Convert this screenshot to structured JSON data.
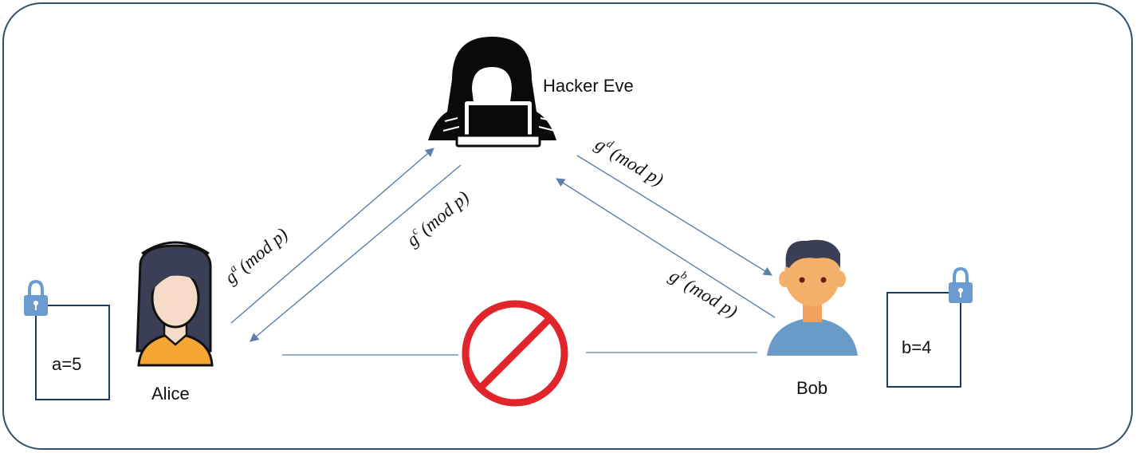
{
  "eve": {
    "label": "Hacker Eve"
  },
  "alice": {
    "label": "Alice",
    "secret": "a=5"
  },
  "bob": {
    "label": "Bob",
    "secret": "b=4"
  },
  "messages": {
    "alice_to_eve": {
      "base": "g",
      "exp": "a",
      "mod": "(mod p)"
    },
    "eve_to_alice": {
      "base": "g",
      "exp": "c",
      "mod": "(mod p)"
    },
    "eve_to_bob": {
      "base": "g",
      "exp": "d",
      "mod": "(mod p)"
    },
    "bob_to_eve": {
      "base": "g",
      "exp": "b",
      "mod": "(mod p)"
    }
  },
  "colors": {
    "frame": "#2f4f6f",
    "arrow": "#5b7fa6",
    "secret_box": "#1f3a5f",
    "lock": "#6b9bd1",
    "prohibition": "#e0262b",
    "alice_shirt": "#f5a531",
    "bob_shirt": "#6a9bc8",
    "skin": "#f4b06a",
    "hair": "#3a3f55"
  },
  "icons": {
    "eve": "hooded-hacker-icon",
    "alice": "woman-avatar-icon",
    "bob": "man-avatar-icon",
    "blocked": "prohibition-icon",
    "lock": "padlock-icon"
  }
}
